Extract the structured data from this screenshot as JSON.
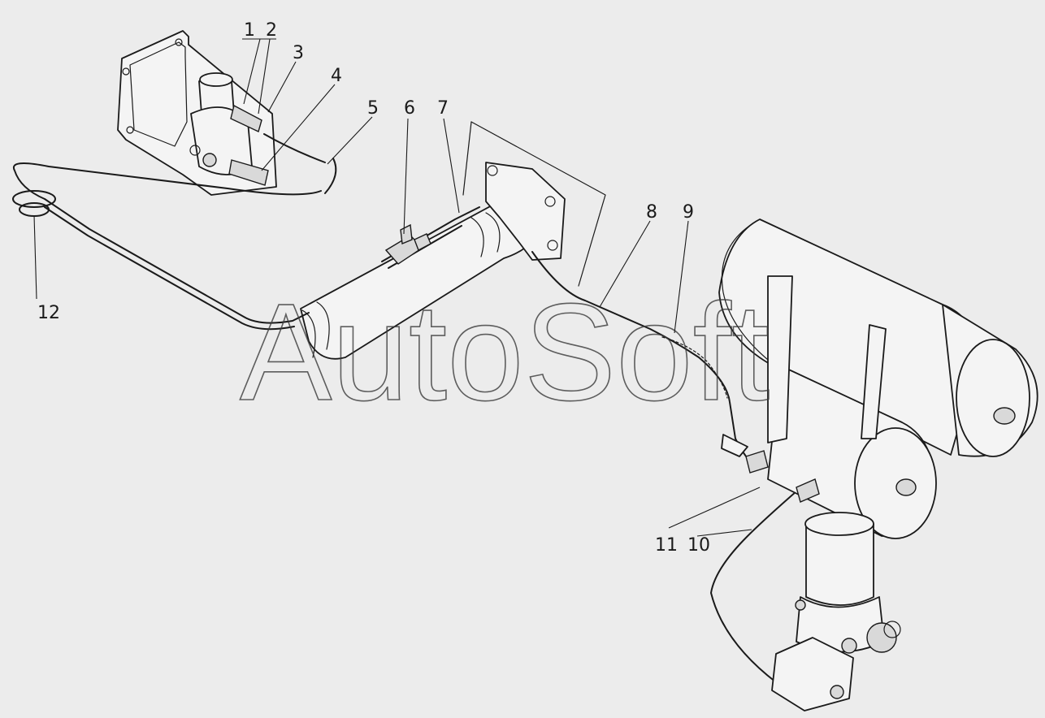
{
  "watermark": "AutoSoft",
  "callouts": [
    {
      "id": "c1",
      "text": "1"
    },
    {
      "id": "c2",
      "text": "2"
    },
    {
      "id": "c3",
      "text": "3"
    },
    {
      "id": "c4",
      "text": "4"
    },
    {
      "id": "c5",
      "text": "5"
    },
    {
      "id": "c6",
      "text": "6"
    },
    {
      "id": "c7",
      "text": "7"
    },
    {
      "id": "c8",
      "text": "8"
    },
    {
      "id": "c9",
      "text": "9"
    },
    {
      "id": "c10",
      "text": "10"
    },
    {
      "id": "c11",
      "text": "11"
    },
    {
      "id": "c12",
      "text": "12"
    }
  ]
}
